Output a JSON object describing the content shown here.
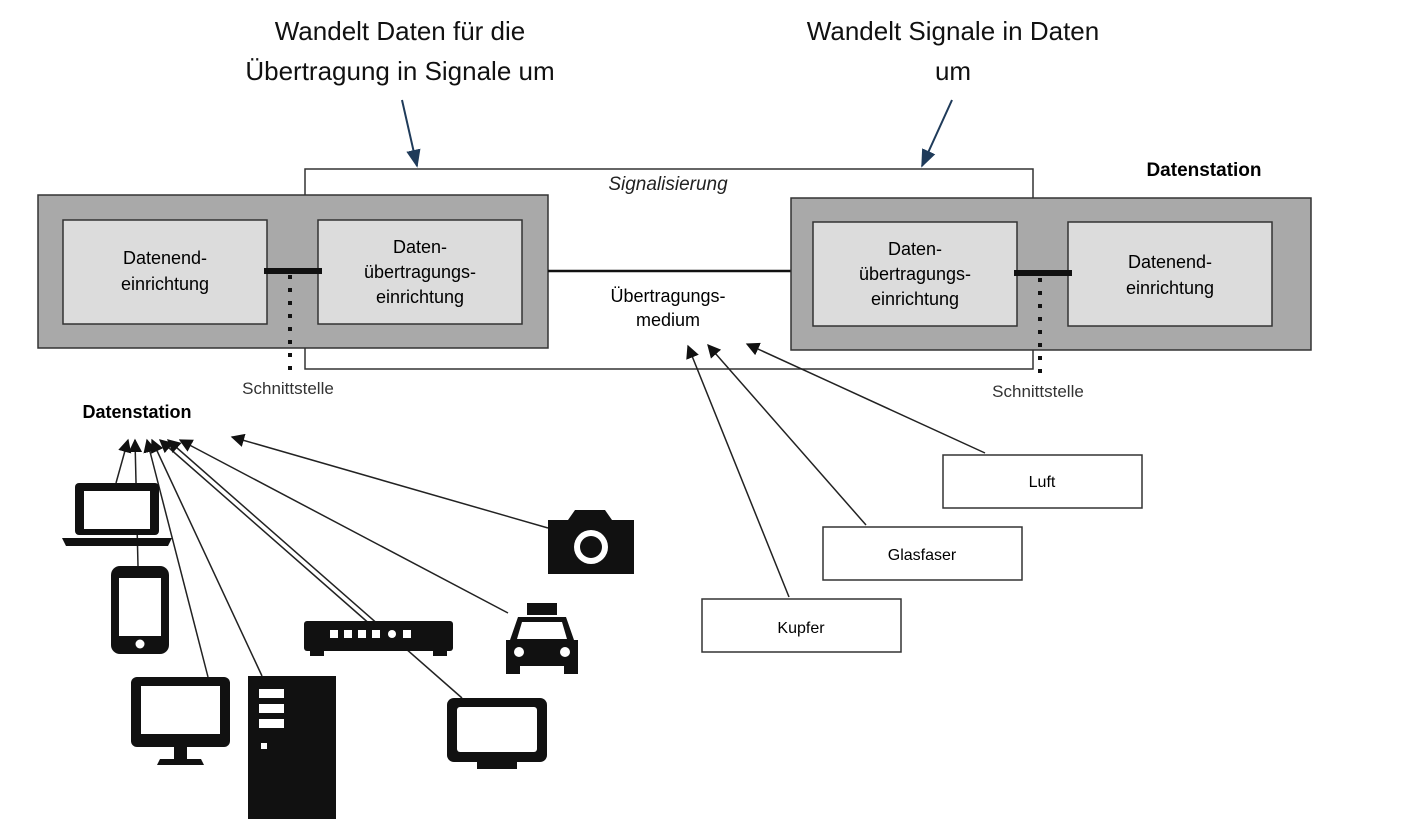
{
  "annotations": {
    "sender": [
      "Wandelt Daten für die",
      "Übertragung in Signale um"
    ],
    "receiver": [
      "Wandelt Signale in Daten",
      "um"
    ]
  },
  "signalisierung": "Signalisierung",
  "left_station": {
    "dee": [
      "Datenend-",
      "einrichtung"
    ],
    "due": [
      "Daten-",
      "übertragungs-",
      "einrichtung"
    ],
    "interface": "Schnittstelle",
    "label": "Datenstation"
  },
  "right_station": {
    "label": "Datenstation",
    "due": [
      "Daten-",
      "übertragungs-",
      "einrichtung"
    ],
    "dee": [
      "Datenend-",
      "einrichtung"
    ],
    "interface": "Schnittstelle"
  },
  "medium": {
    "label": [
      "Übertragungs-",
      "medium"
    ],
    "types": [
      "Luft",
      "Glasfaser",
      "Kupfer"
    ]
  },
  "devices": [
    {
      "icon": "laptop-icon"
    },
    {
      "icon": "smartphone-icon"
    },
    {
      "icon": "monitor-icon"
    },
    {
      "icon": "server-tower-icon"
    },
    {
      "icon": "network-switch-icon"
    },
    {
      "icon": "tv-icon"
    },
    {
      "icon": "taxi-icon"
    },
    {
      "icon": "camera-icon"
    }
  ],
  "colors": {
    "station_fill": "#a9a9a9",
    "box_fill": "#dcdcdc",
    "line": "#222222",
    "annotation_arrow": "#1f3b5a"
  }
}
